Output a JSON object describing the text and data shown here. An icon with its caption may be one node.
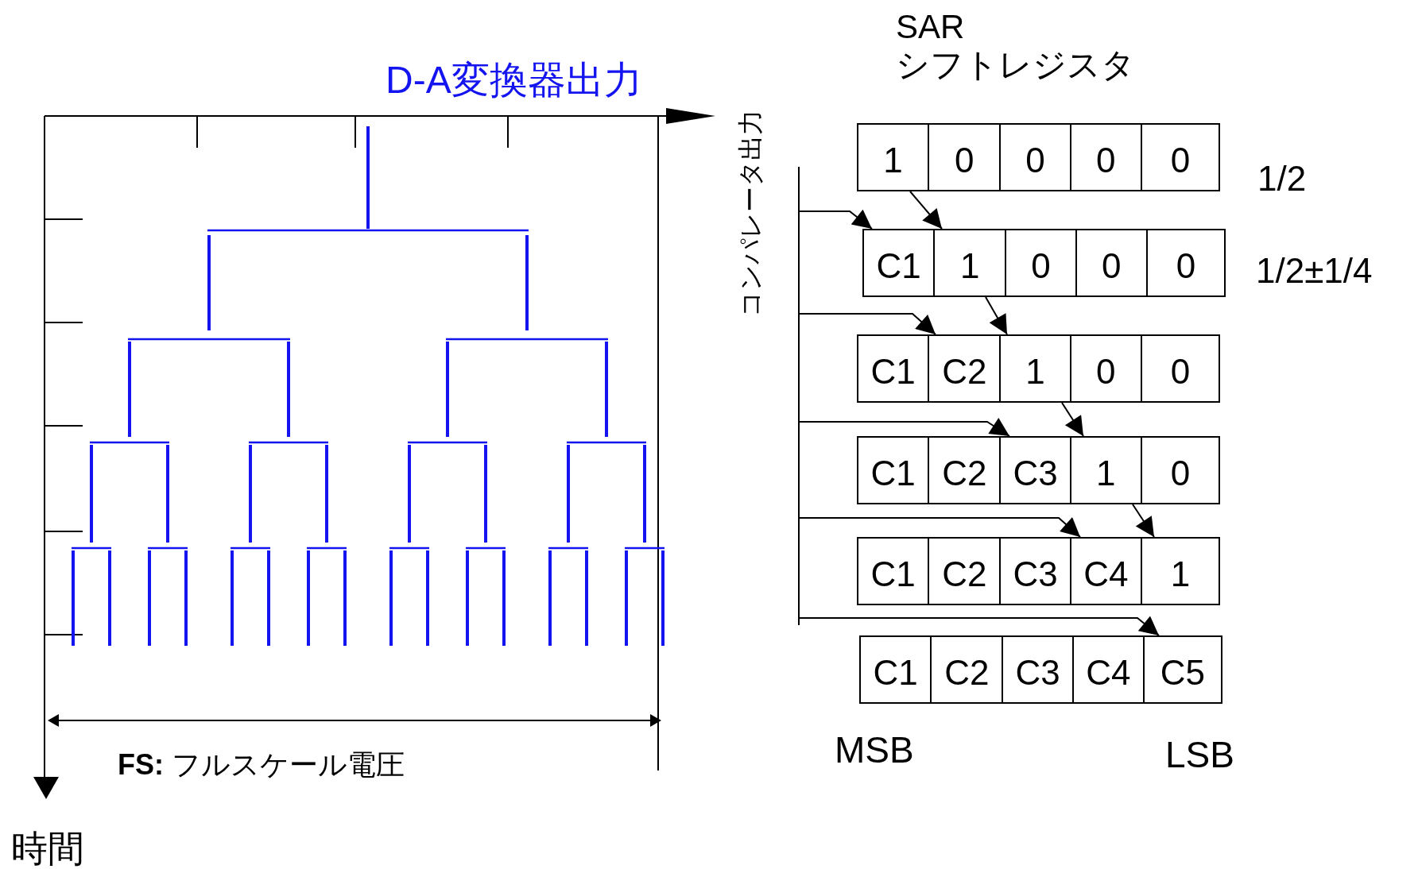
{
  "diagram": {
    "nodes": [
      {
        "text": [
          "1",
          "0",
          "0",
          "0",
          "0"
        ]
      },
      {
        "text": [
          "C1",
          "1",
          "0",
          "0",
          "0"
        ]
      },
      {
        "text": [
          "C1",
          "C2",
          "1",
          "0",
          "0"
        ]
      },
      {
        "text": [
          "C1",
          "C2",
          "C3",
          "1",
          "0"
        ]
      },
      {
        "text": [
          "C1",
          "C2",
          "C3",
          "C4",
          "1"
        ]
      },
      {
        "text": [
          "C1",
          "C2",
          "C3",
          "C4",
          "C5"
        ]
      }
    ],
    "edges": [
      {
        "from": 0,
        "to": 1,
        "arrow": "to"
      },
      {
        "from": null,
        "to": 1,
        "arrow": "to"
      },
      {
        "from": 1,
        "to": 2,
        "arrow": "to"
      },
      {
        "from": null,
        "to": 2,
        "arrow": "to"
      },
      {
        "from": 2,
        "to": 3,
        "arrow": "to"
      },
      {
        "from": null,
        "to": 3,
        "arrow": "to"
      },
      {
        "from": 3,
        "to": 4,
        "arrow": "to"
      },
      {
        "from": null,
        "to": 4,
        "arrow": "to"
      },
      {
        "from": null,
        "to": 5,
        "arrow": "to"
      }
    ],
    "labels": [
      "SAR シフトレジスタ",
      "D-A変換器出力",
      "コンパレータ出力",
      "1/2",
      "1/2±1/4",
      "**FS:** フルスケール電圧",
      "MSB",
      "LSB",
      "時間"
    ]
  }
}
